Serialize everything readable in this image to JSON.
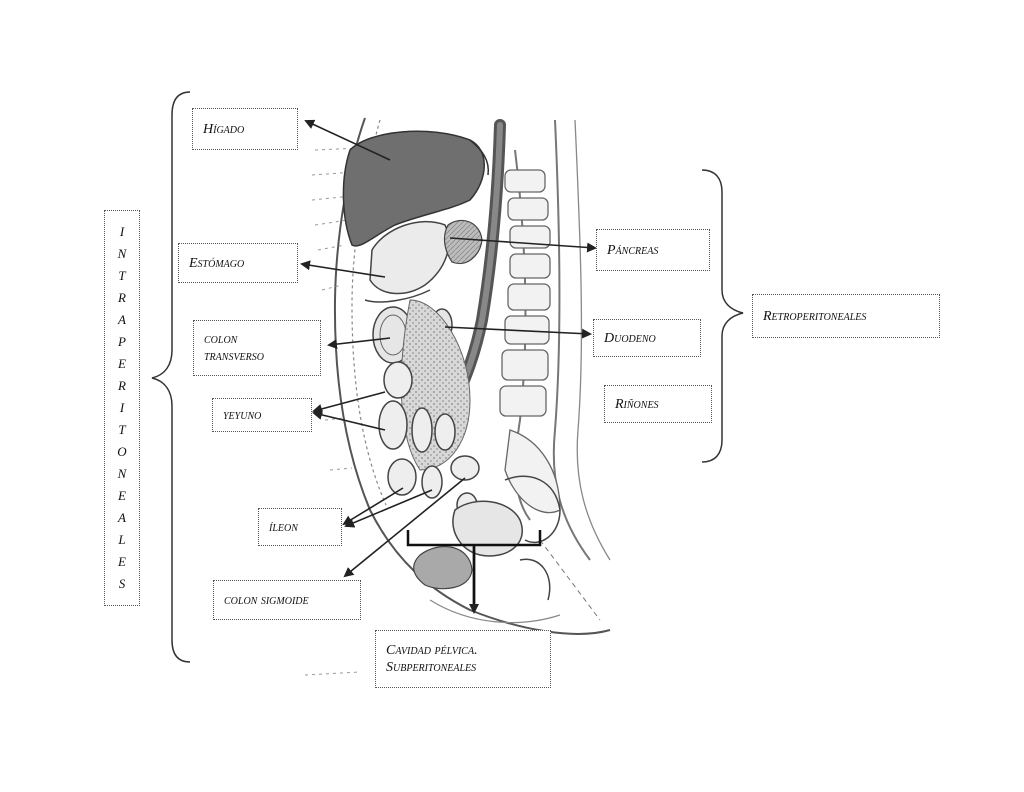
{
  "side_labels": {
    "left_group": "INTRAPERITONEALES",
    "right_group": "Retroperitoneales"
  },
  "labels": {
    "higado": "Hígado",
    "estomago": "Estómago",
    "colon_transverso_1": "colon",
    "colon_transverso_2": "transverso",
    "yeyuno": "yeyuno",
    "ileon": "íleon",
    "colon_sigmoide": "colon sigmoide",
    "pancreas": "Páncreas",
    "duodeno": "Duodeno",
    "rinones": "Riñones",
    "cavidad_1": "Cavidad pélvica.",
    "cavidad_2": "Subperitoneales"
  },
  "colors": {
    "line": "#222222",
    "organ_dark": "#6f6f6f",
    "organ_mid": "#a9a9a9",
    "organ_light": "#e6e6e6"
  }
}
